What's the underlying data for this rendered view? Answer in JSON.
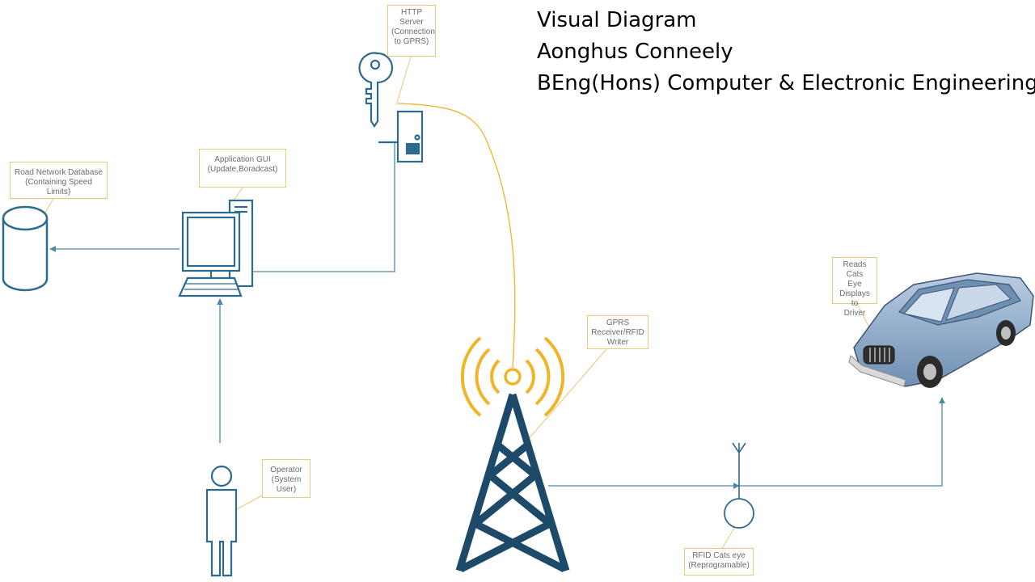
{
  "title_block": {
    "line1": "Visual Diagram",
    "line2": "Aonghus Conneely",
    "line3": "BEng(Hons) Computer & Electronic Engineering"
  },
  "labels": {
    "http_server": [
      "HTTP Server",
      "(Connection",
      "to GPRS)"
    ],
    "application_gui": [
      "Application GUI",
      "(Update,Boradcast)"
    ],
    "road_database": [
      "Road Network Database",
      "(Containing Speed Limits)"
    ],
    "gprs_receiver": [
      "GPRS",
      "Receiver/RFID",
      "Writer"
    ],
    "car_reader": [
      "Reads Cats",
      "Eye",
      "Displays to",
      "Driver"
    ],
    "operator": [
      "Operator",
      "(System User)"
    ],
    "rfid_cats_eye": [
      "RFID Cats eye",
      "(Reprogramable)"
    ]
  },
  "colors": {
    "line_blue": "#4a8aa8",
    "icon_navy": "#1f4f6e",
    "tower_navy": "#1d4a68",
    "signal_gold": "#f0b429",
    "callout_border": "#e8c87a",
    "car_body": "#8ea9c8"
  }
}
